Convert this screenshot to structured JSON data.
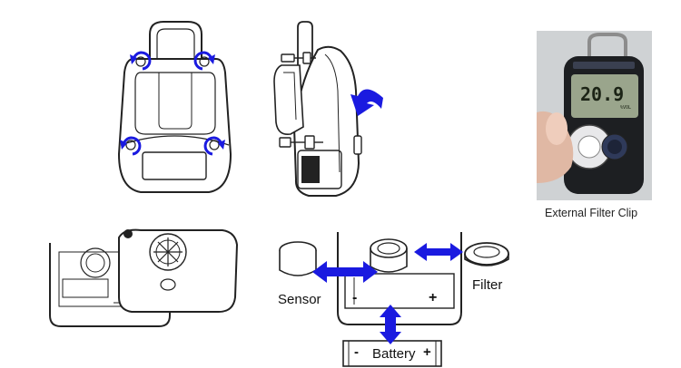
{
  "labels": {
    "sensor": "Sensor",
    "filter": "Filter",
    "battery": "Battery",
    "battery_minus": "-",
    "battery_plus": "+",
    "photo_caption": "External Filter Clip"
  },
  "device_display": {
    "reading": "20.9",
    "unit_text": "%VOL"
  },
  "colors": {
    "arrow": "#1a1ae0",
    "line": "#222222",
    "photo_background": "#cfd2d4"
  }
}
